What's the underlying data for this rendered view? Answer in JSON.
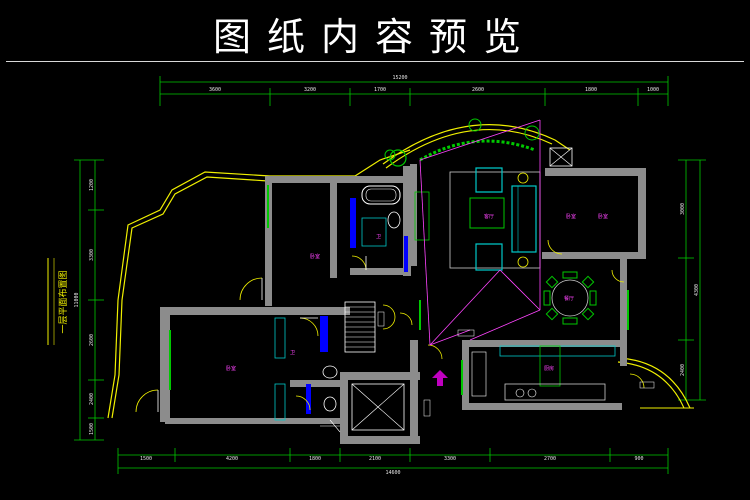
{
  "title": "图纸内容预览",
  "side_label": "一层平面布置图",
  "dims": {
    "top_total": "15200",
    "top_segments": [
      "3600",
      "3200",
      "1700",
      "2600",
      "1800",
      "1000"
    ],
    "left_total": "11000",
    "left_segments": [
      "1200",
      "3300",
      "2600",
      "2400",
      "1500"
    ],
    "right_total": "4300",
    "right_segments": [
      "3000",
      "4300",
      "2400"
    ],
    "bottom_total": "14600",
    "bottom_segments": [
      "1500",
      "4200",
      "1800",
      "2100",
      "3300",
      "2700",
      "900"
    ]
  },
  "rooms": [
    "卧室",
    "卧室",
    "卫",
    "客厅",
    "卧室",
    "餐厅",
    "厨房",
    "卫",
    "卧室"
  ],
  "colors": {
    "background": "#000000",
    "wall": "#8c8c8c",
    "outline": "#f0f000",
    "dimension": "#00c800",
    "furniture": "#00c8c8",
    "annotation": "#ff44ff"
  }
}
